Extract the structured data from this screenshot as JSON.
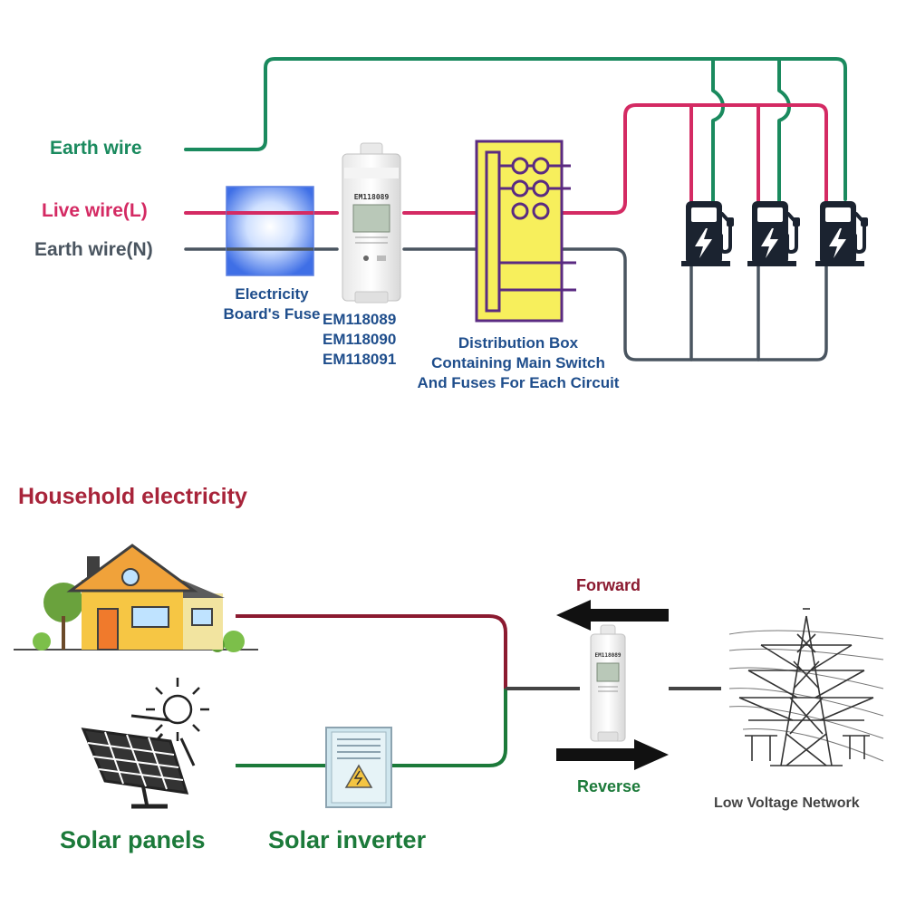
{
  "colors": {
    "earth": "#1a8a5e",
    "live": "#d42a63",
    "neutral": "#4a5560",
    "purple": "#5a2a82",
    "dist_yellow": "#f7ef5c",
    "label_blue": "#1f4e8c",
    "household_red": "#a8243a",
    "feed_dark_red": "#8b1a30",
    "solar_green": "#1c7a3a",
    "forward_red": "#8b1a30",
    "reverse_green": "#1c7a3a"
  },
  "top": {
    "labels": {
      "earth_wire": "Earth wire",
      "live_wire": "Live wire(L)",
      "neutral_wire": "Earth wire(N)"
    },
    "fuse_label": "Electricity Board's Fuse",
    "meter_models": [
      "EM118089",
      "EM118090",
      "EM118091"
    ],
    "meter_face_text": "EM118089",
    "distribution_box_label": "Distribution Box Containing Main Switch And Fuses For Each Circuit",
    "chargers": [
      {
        "icon": "ev-charger-icon"
      },
      {
        "icon": "ev-charger-icon"
      },
      {
        "icon": "ev-charger-icon"
      }
    ]
  },
  "bottom": {
    "section_title": "Household electricity",
    "solar_panels_label": "Solar panels",
    "solar_inverter_label": "Solar inverter",
    "forward_label": "Forward",
    "reverse_label": "Reverse",
    "network_label": "Low Voltage Network",
    "meter_face_text": "EM118089"
  }
}
